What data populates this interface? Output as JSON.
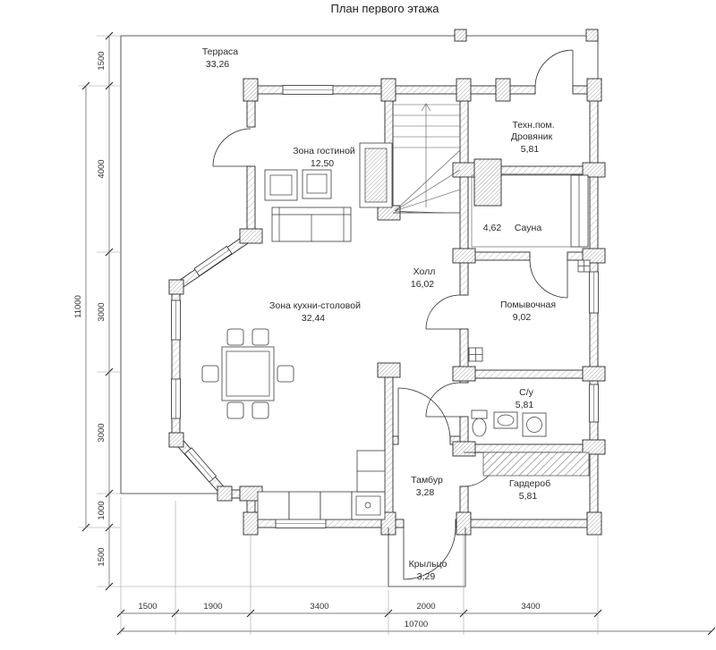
{
  "title": "План первого этажа",
  "rooms": {
    "terrace": {
      "name": "Терраса",
      "area": "33,26"
    },
    "living": {
      "name": "Зона гостиной",
      "area": "12,50"
    },
    "tech": {
      "line1": "Техн.пом.",
      "line2": "Дровяник",
      "area": "5,81"
    },
    "sauna": {
      "name": "Сауна",
      "area": "4,62"
    },
    "hall": {
      "name": "Холл",
      "area": "16,02"
    },
    "kitchen": {
      "name": "Зона кухни-столовой",
      "area": "32,44"
    },
    "washing": {
      "name": "Помывочная",
      "area": "9,02"
    },
    "wc": {
      "name": "С/у",
      "area": "5,81"
    },
    "vestibule": {
      "name": "Тамбур",
      "area": "3,28"
    },
    "wardrobe": {
      "name": "Гардероб",
      "area": "5,81"
    },
    "porch": {
      "name": "Крыльцо",
      "area": "3,29"
    }
  },
  "dimensions": {
    "left_total": "11000",
    "left_segments": [
      "1500",
      "4000",
      "3000",
      "3000",
      "1000",
      "1500"
    ],
    "bottom_segments": [
      "1500",
      "1900",
      "3400",
      "2000",
      "3400"
    ],
    "bottom_total": "10700"
  },
  "colors": {
    "line": "#2a2a2a",
    "background": "#ffffff"
  }
}
